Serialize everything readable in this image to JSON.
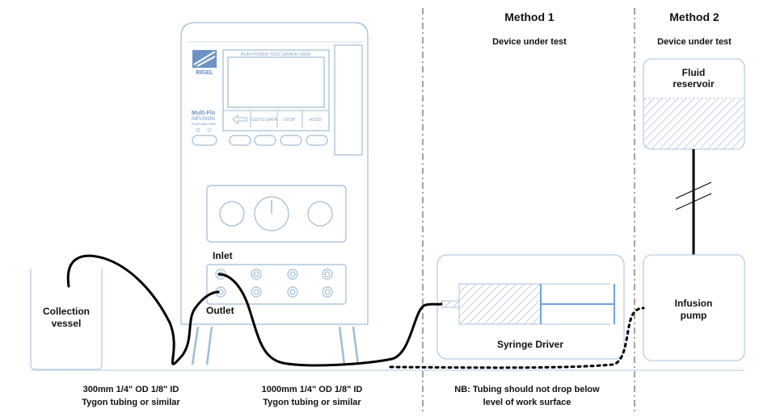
{
  "methods": {
    "method1": {
      "title": "Method 1",
      "subtitle": "Device under test"
    },
    "method2": {
      "title": "Method 2",
      "subtitle": "Device under test"
    }
  },
  "analyser": {
    "brand": "RIGEL",
    "product_line1": "Multi-Flo",
    "product_line2": "INFUSION",
    "product_line3": "PUMP ANALYSER",
    "screen_header": "RUN POWER TEST GRAPH VIEW",
    "soft_keys": [
      "",
      "GOTO DATA",
      "STOP",
      "HOLD"
    ],
    "inlet_label": "Inlet",
    "outlet_label": "Outlet"
  },
  "collection_vessel": {
    "line1": "Collection",
    "line2": "vessel"
  },
  "fluid_reservoir": {
    "line1": "Fluid",
    "line2": "reservoir"
  },
  "infusion_pump": {
    "line1": "Infusion",
    "line2": "pump"
  },
  "syringe_driver": {
    "label": "Syringe Driver"
  },
  "captions": {
    "tube_short": {
      "line1": "300mm 1/4\" OD 1/8\" ID",
      "line2": "Tygon tubing or similar"
    },
    "tube_long": {
      "line1": "1000mm 1/4\" OD 1/8\" ID",
      "line2": "Tygon tubing or similar"
    },
    "note": {
      "line1": "NB: Tubing should not drop below",
      "line2": "level of work surface"
    }
  },
  "colors": {
    "device_outline": "#9fbcd6",
    "box_outline": "#b5cde6",
    "hatch": "#c5cdea",
    "tubing": "#000000",
    "divider": "#444444"
  }
}
